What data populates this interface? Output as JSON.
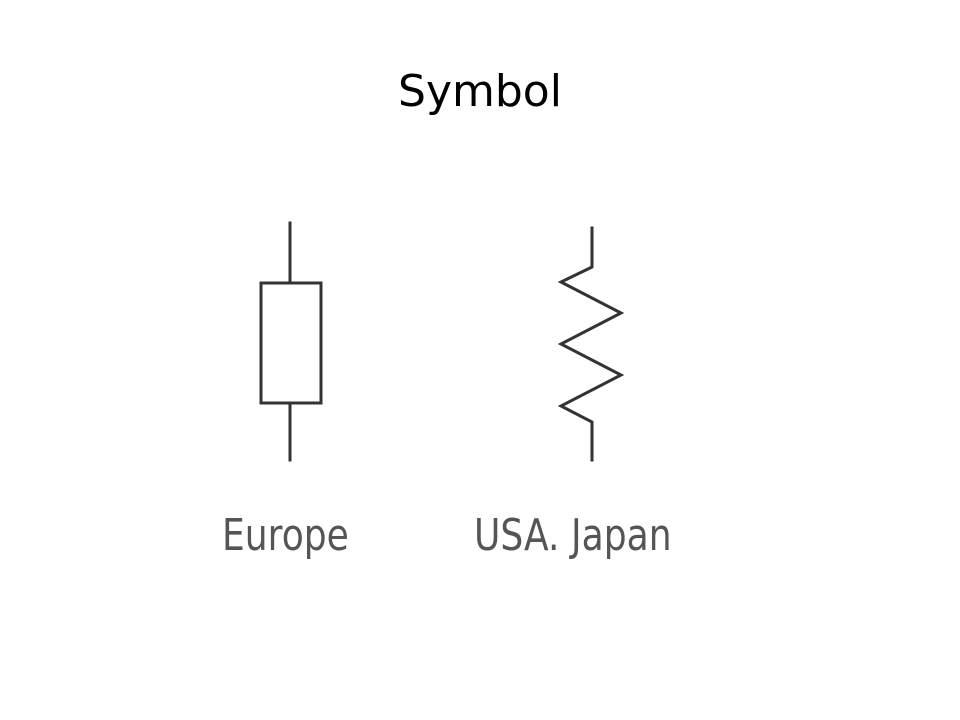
{
  "slide": {
    "title": "Symbol"
  },
  "symbols": [
    {
      "id": "europe",
      "caption": "Europe",
      "icon": "resistor-rectangle-icon"
    },
    {
      "id": "usa-japan",
      "caption": "USA. Japan",
      "icon": "resistor-zigzag-icon"
    }
  ],
  "colors": {
    "stroke": "#333333",
    "caption": "#555555",
    "background": "#ffffff"
  }
}
